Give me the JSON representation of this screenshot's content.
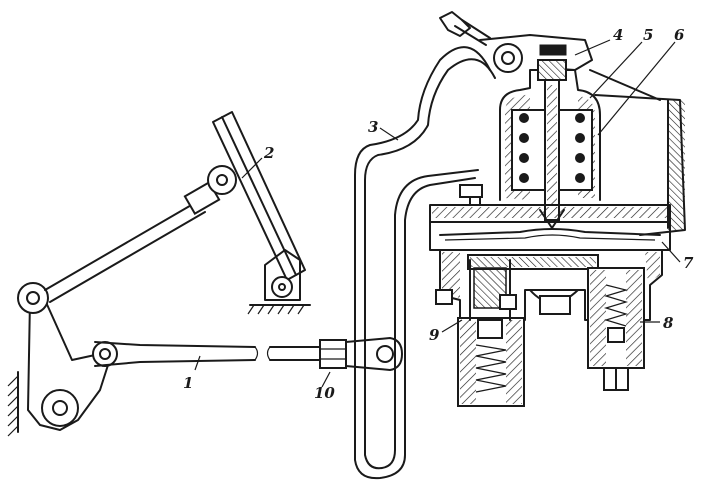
{
  "figure": {
    "callouts": [
      "1",
      "2",
      "3",
      "4",
      "5",
      "6",
      "7",
      "8",
      "9",
      "10"
    ],
    "ink_color": "#1a1a1a",
    "paper_color": "#ffffff"
  }
}
